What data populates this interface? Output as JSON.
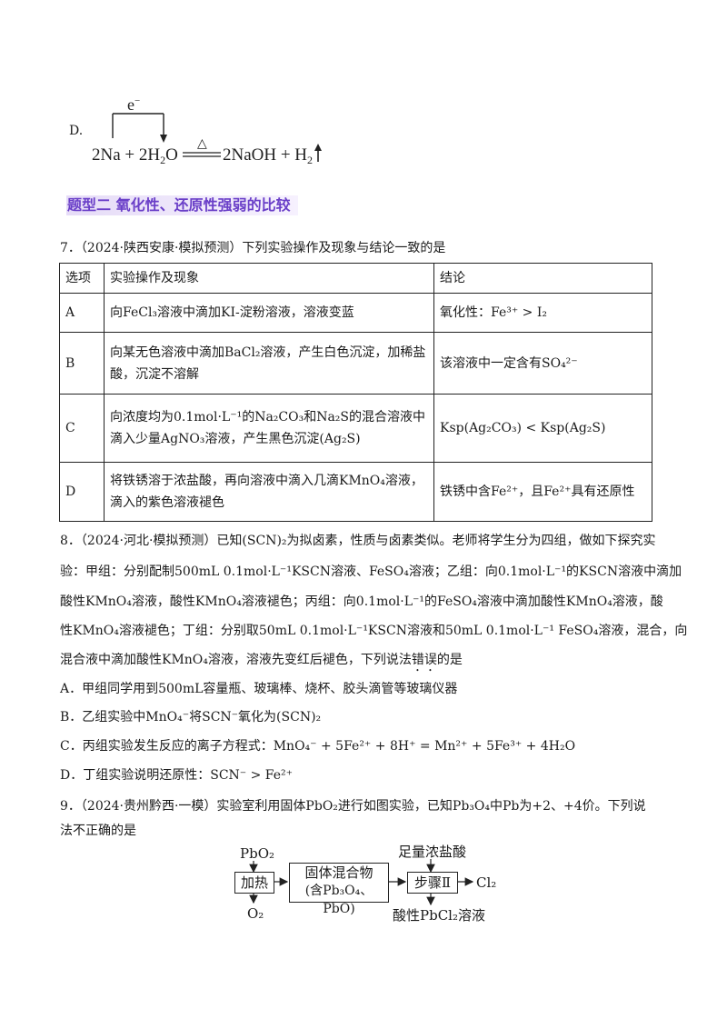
{
  "option_d": {
    "label": "D.",
    "electron": "e",
    "electron_sup": "−",
    "equation": {
      "left": "2Na + 2H",
      "left_sub": "2",
      "left_tail": "O",
      "condition": "△",
      "right": "2NaOH + H",
      "right_sub": "2"
    }
  },
  "section_heading": "题型二 氧化性、还原性强弱的比较",
  "q7": {
    "stem": "7．（2024·陕西安康·模拟预测）下列实验操作及现象与结论一致的是",
    "headers": [
      "选项",
      "实验操作及现象",
      "结论"
    ],
    "rows": [
      {
        "option": "A",
        "op1": "向FeCl₃溶液中滴加KI-淀粉溶液，溶液变蓝",
        "op2": "",
        "conclusion": "氧化性：Fe³⁺ > I₂"
      },
      {
        "option": "B",
        "op1": "向某无色溶液中滴加BaCl₂溶液，产生白色沉淀，加稀盐",
        "op2": "酸，沉淀不溶解",
        "conclusion": "该溶液中一定含有SO₄²⁻"
      },
      {
        "option": "C",
        "op1": "向浓度均为0.1mol·L⁻¹的Na₂CO₃和Na₂S的混合溶液中",
        "op2": "滴入少量AgNO₃溶液，产生黑色沉淀(Ag₂S)",
        "conclusion": "Ksp(Ag₂CO₃) < Ksp(Ag₂S)"
      },
      {
        "option": "D",
        "op1": "将铁锈溶于浓盐酸，再向溶液中滴入几滴KMnO₄溶液，",
        "op2": "滴入的紫色溶液褪色",
        "conclusion": "铁锈中含Fe²⁺，且Fe²⁺具有还原性"
      }
    ]
  },
  "q8": {
    "lines": [
      "8．（2024·河北·模拟预测）已知(SCN)₂为拟卤素，性质与卤素类似。老师将学生分为四组，做如下探究实",
      "验：甲组：分别配制500mL 0.1mol·L⁻¹KSCN溶液、FeSO₄溶液；乙组：向0.1mol·L⁻¹的KSCN溶液中滴加",
      "酸性KMnO₄溶液，酸性KMnO₄溶液褪色；丙组：向0.1mol·L⁻¹的FeSO₄溶液中滴加酸性KMnO₄溶液，酸",
      "性KMnO₄溶液褪色；丁组：分别取50mL 0.1mol·L⁻¹KSCN溶液和50mL 0.1mol·L⁻¹ FeSO₄溶液，混合，向"
    ],
    "last_line_pre": "混合液中滴加酸性KMnO₄溶液，溶液先变红后褪色，下列说法",
    "last_line_emph": "错误",
    "last_line_post": "的是",
    "options": [
      "A．甲组同学用到500mL容量瓶、玻璃棒、烧杯、胶头滴管等玻璃仪器",
      "B．乙组实验中MnO₄⁻将SCN⁻氧化为(SCN)₂",
      "C．丙组实验发生反应的离子方程式：MnO₄⁻ + 5Fe²⁺ + 8H⁺ = Mn²⁺ + 5Fe³⁺ + 4H₂O",
      "D．丁组实验说明还原性：SCN⁻ > Fe²⁺"
    ]
  },
  "q9": {
    "line1": "9．（2024·贵州黔西·一模）实验室利用固体PbO₂进行如图实验，已知Pb₃O₄中Pb为+2、+4价。下列说",
    "line2": "法不正确的是",
    "flow": {
      "input": "PbO₂",
      "box1": "加热",
      "gas1": "O₂",
      "box2_line1": "固体混合物",
      "box2_line2": "(含Pb₃O₄、PbO)",
      "reagent": "足量浓盐酸",
      "box3": "步骤Ⅱ",
      "product": "Cl₂",
      "solution": "酸性PbCl₂溶液"
    }
  }
}
